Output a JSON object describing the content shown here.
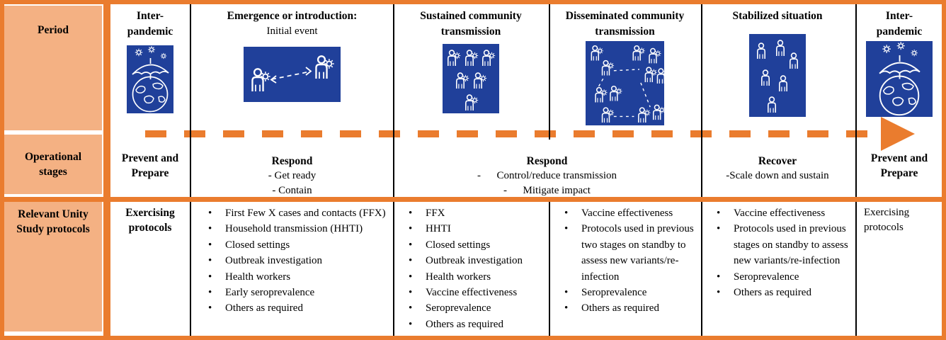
{
  "bullet_char": "•",
  "colors": {
    "accent_orange": "#EA7C2E",
    "label_fill": "#F4B183",
    "icon_blue": "#20409A"
  },
  "row_labels": {
    "period": "Period",
    "operational": "Operational stages",
    "protocols": "Relevant Unity Study protocols"
  },
  "period_row": {
    "interpandemic_left": "Inter-pandemic",
    "emergence_title": "Emergence or introduction:",
    "emergence_subtitle": "Initial event",
    "sustained": "Sustained community transmission",
    "disseminated": "Disseminated community transmission",
    "stabilized": "Stabilized situation",
    "interpandemic_right": "Inter-pandemic"
  },
  "operational_row": {
    "prevent_left": "Prevent and Prepare",
    "respond_early_title": "Respond",
    "respond_early_items": [
      "- Get ready",
      "- Contain"
    ],
    "respond_main_title": "Respond",
    "respond_main_items": [
      "-      Control/reduce transmission",
      "-      Mitigate impact"
    ],
    "recover_title": "Recover",
    "recover_subtitle": "-Scale down and sustain",
    "prevent_right": "Prevent and Prepare"
  },
  "protocols_row": {
    "exercising_left": "Exercising protocols",
    "emergence_list": [
      "First Few X cases and contacts (FFX)",
      "Household transmission (HHTI)",
      "Closed settings",
      "Outbreak investigation",
      "Health workers",
      "Early seroprevalence",
      "Others as required"
    ],
    "sustained_list": [
      "FFX",
      "HHTI",
      "Closed settings",
      "Outbreak investigation",
      "Health workers",
      "Vaccine effectiveness",
      "Seroprevalence",
      "Others as required"
    ],
    "disseminated_list": [
      "Vaccine effectiveness",
      "Protocols used in previous two stages on standby to assess new variants/re-infection",
      "Seroprevalence",
      "Others as required"
    ],
    "stabilized_list": [
      "Vaccine effectiveness",
      "Protocols used in previous stages on standby to assess new variants/re-infection",
      "Seroprevalence",
      "Others as required"
    ],
    "exercising_right": "Exercising protocols"
  }
}
